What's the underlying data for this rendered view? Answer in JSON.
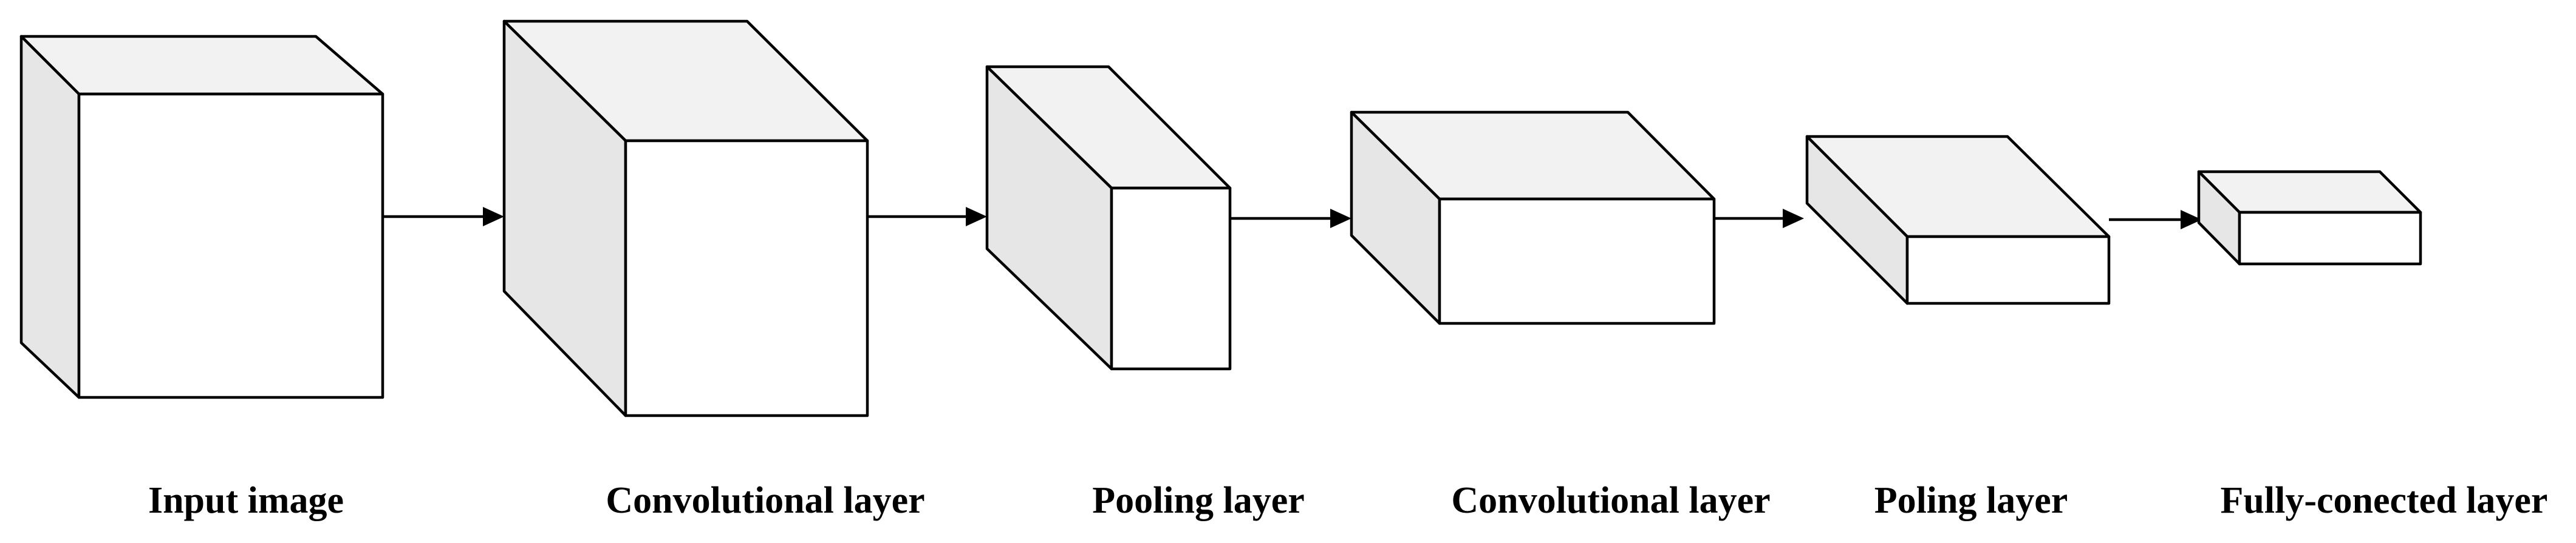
{
  "diagram": {
    "stages": [
      {
        "id": "input",
        "label": "Input image"
      },
      {
        "id": "conv1",
        "label": "Convolutional layer"
      },
      {
        "id": "pool1",
        "label": "Pooling layer"
      },
      {
        "id": "conv2",
        "label": "Convolutional layer"
      },
      {
        "id": "pool2",
        "label": "Poling layer"
      },
      {
        "id": "fc",
        "label": "Fully-conected layer"
      }
    ],
    "colors": {
      "stroke": "#000000",
      "top_face": "#f2f2f2",
      "side_face": "#e6e6e6",
      "front_face": "#ffffff",
      "concrete": "#8f9297",
      "crack": "#2e2e2e"
    }
  }
}
